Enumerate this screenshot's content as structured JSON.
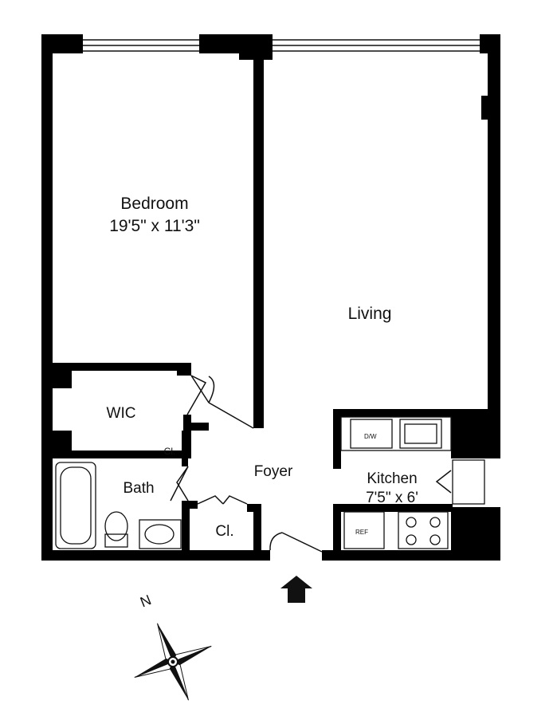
{
  "rooms": {
    "bedroom": {
      "name": "Bedroom",
      "size": "19'5\" x 11'3\""
    },
    "living": {
      "name": "Living"
    },
    "wic": {
      "name": "WIC"
    },
    "bath": {
      "name": "Bath"
    },
    "closet_small": {
      "name": "Cl."
    },
    "closet_foyer": {
      "name": "Cl."
    },
    "foyer": {
      "name": "Foyer"
    },
    "kitchen": {
      "name": "Kitchen",
      "size": "7'5\" x 6'"
    }
  },
  "appliances": {
    "dishwasher": "D/W",
    "refrigerator": "REF"
  },
  "compass": {
    "north": "N"
  },
  "colors": {
    "wall": "#000000",
    "background": "#ffffff",
    "line": "#111111"
  }
}
